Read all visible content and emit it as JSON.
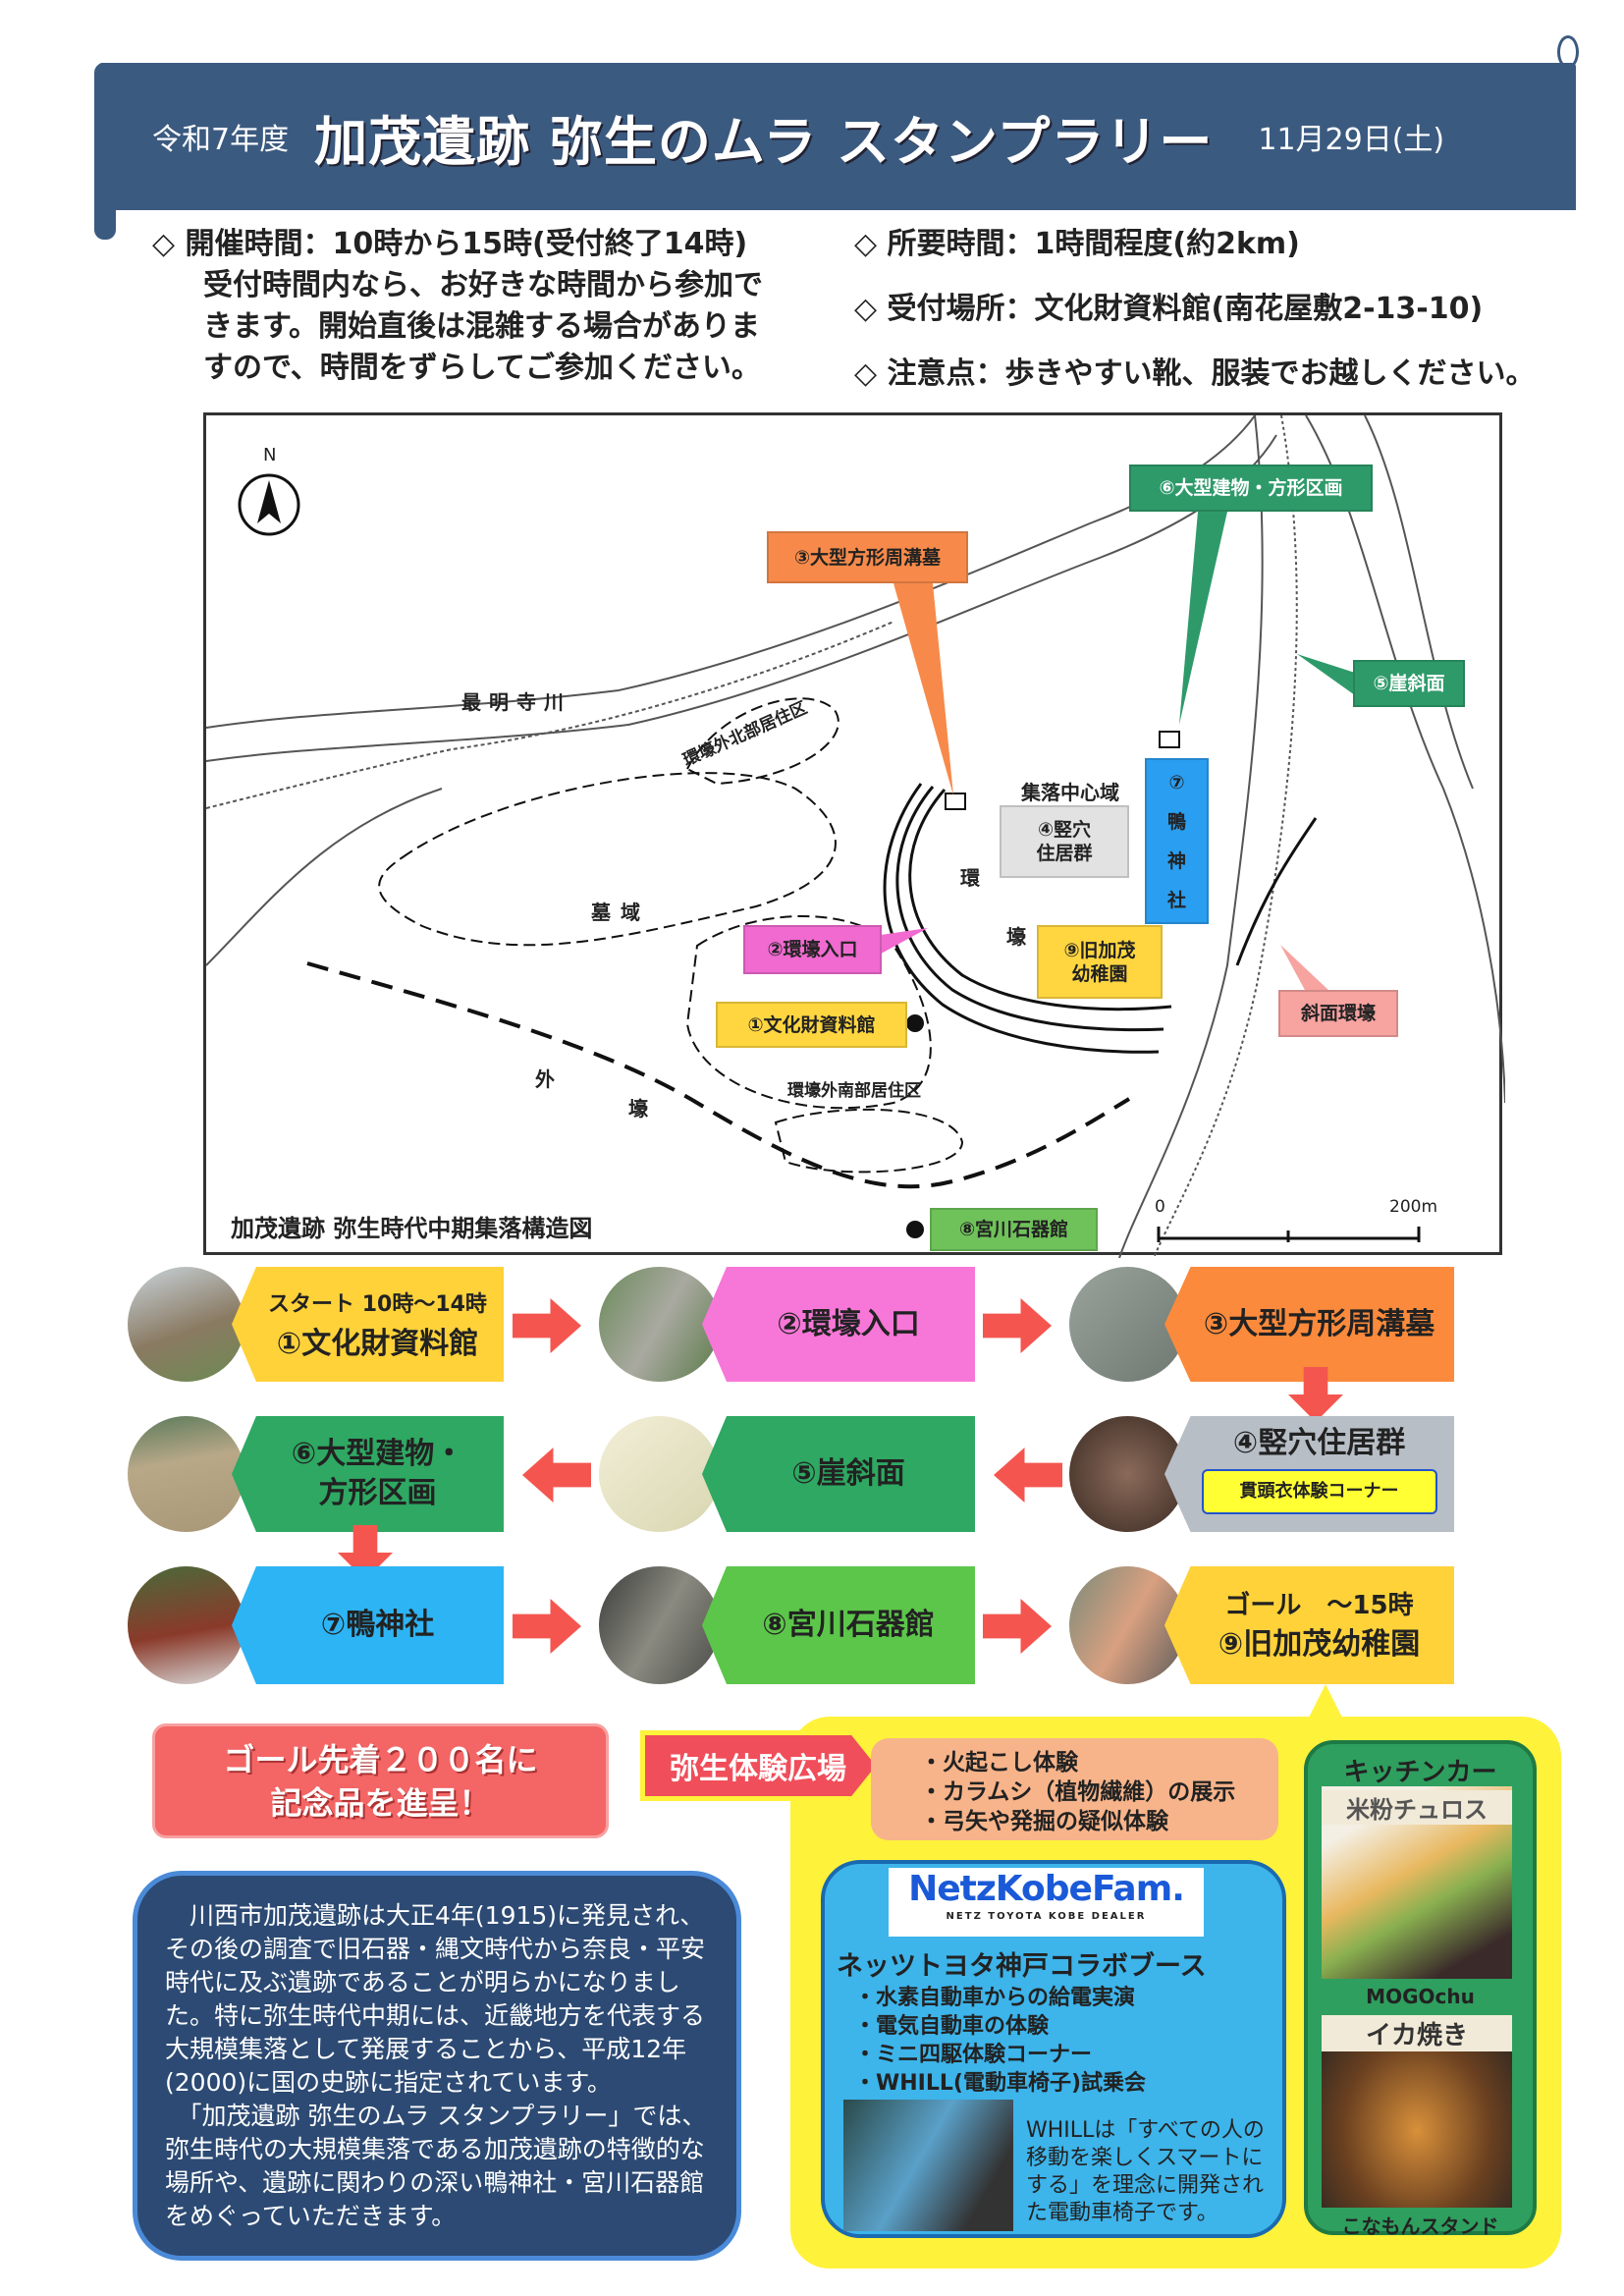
{
  "header": {
    "pre": "令和7年度",
    "title": "加茂遺跡 弥生のムラ スタンプラリー",
    "date": "11月29日(土)",
    "color": "#3b5a80"
  },
  "info": {
    "hours_label": "◇ 開催時間：",
    "hours": "10時から15時(受付終了14時)",
    "hours_note": [
      "受付時間内なら、お好きな時間から参加で",
      "きます。開始直後は混雑する場合がありま",
      "すので、時間をずらしてご参加ください。"
    ],
    "duration_label": "◇ 所要時間：",
    "duration": "1時間程度(約2km)",
    "place_label": "◇ 受付場所：",
    "place": "文化財資料館(南花屋敷2-13-10)",
    "note_label": "◇ 注意点：",
    "note": "歩きやすい靴、服装でお越しください。"
  },
  "map": {
    "north": "N",
    "river": "最明寺川",
    "north_residence": "環壕外北部居住区",
    "center": "集落中心域",
    "cemetery": "墓域",
    "ring": [
      "環",
      "壕"
    ],
    "outer": [
      "外",
      "壕"
    ],
    "south_residence": "環壕外南部居住区",
    "caption": "加茂遺跡 弥生時代中期集落構造図",
    "scale": {
      "zero": "0",
      "max": "200m"
    },
    "labels": {
      "p1": "①文化財資料館",
      "p2": "②環壕入口",
      "p3": "③大型方形周溝墓",
      "p4": [
        "④竪穴",
        "住居群"
      ],
      "p5": "⑤崖斜面",
      "p6": "⑥大型建物・方形区画",
      "p7": [
        "⑦",
        "鴨",
        "神",
        "社"
      ],
      "p8": "⑧宮川石器館",
      "p9": [
        "⑨旧加茂",
        "幼稚園"
      ],
      "slope": "斜面環壕"
    }
  },
  "route": [
    {
      "lines": [
        "スタート 10時～14時",
        "①文化財資料館"
      ],
      "color": "#ffd23a"
    },
    {
      "lines": [
        "②環壕入口"
      ],
      "color": "#f777d8"
    },
    {
      "lines": [
        "③大型方形周溝墓"
      ],
      "color": "#fb8a3c"
    },
    {
      "lines": [
        "⑥大型建物・",
        "方形区画"
      ],
      "color": "#2ea862"
    },
    {
      "lines": [
        "⑤崖斜面"
      ],
      "color": "#2ea862"
    },
    {
      "lines": [
        "④竪穴住居群"
      ],
      "sub": "貫頭衣体験コーナー",
      "color": "#b8bec6"
    },
    {
      "lines": [
        "⑦鴨神社"
      ],
      "color": "#2db4f4"
    },
    {
      "lines": [
        "⑧宮川石器館"
      ],
      "color": "#5cc64a"
    },
    {
      "lines": [
        "ゴール　～15時",
        "⑨旧加茂幼稚園"
      ],
      "color": "#ffd23a"
    }
  ],
  "prize": [
    "ゴール先着２００名に",
    "記念品を進呈！"
  ],
  "about": "　川西市加茂遺跡は大正4年(1915)に発見され、その後の調査で旧石器・縄文時代から奈良・平安時代に及ぶ遺跡であることが明らかになりました。特に弥生時代中期には、近畿地方を代表する大規模集落として発展することから、平成12年(2000)に国の史跡に指定されています。\n　「加茂遺跡 弥生のムラ スタンプラリー」では、弥生時代の大規模集落である加茂遺跡の特徴的な場所や、遺跡に関わりの深い鴨神社・宮川石器館をめぐっていただきます。",
  "plaza": {
    "tag": "弥生体験広場",
    "items": [
      "・火起こし体験",
      "・カラムシ（植物繊維）の展示",
      "・弓矢や発掘の疑似体験"
    ]
  },
  "netz": {
    "logo": "NetzKobeFam.",
    "logo_sub": "NETZ TOYOTA KOBE DEALER",
    "title": "ネッツトヨタ神戸コラボブース",
    "items": [
      "・水素自動車からの給電実演",
      "・電気自動車の体験",
      "・ミニ四駆体験コーナー",
      "・WHILL(電動車椅子)試乗会"
    ],
    "whill": [
      "WHILLは「すべての人の",
      "移動を楽しくスマートに",
      "する」を理念に開発され",
      "た電動車椅子です。"
    ]
  },
  "kitchen": {
    "title": "キッチンカー",
    "food1": "米粉チュロス",
    "shop1": "MOGOchu",
    "food2": "イカ焼き",
    "shop2": "こなもんスタンド"
  }
}
